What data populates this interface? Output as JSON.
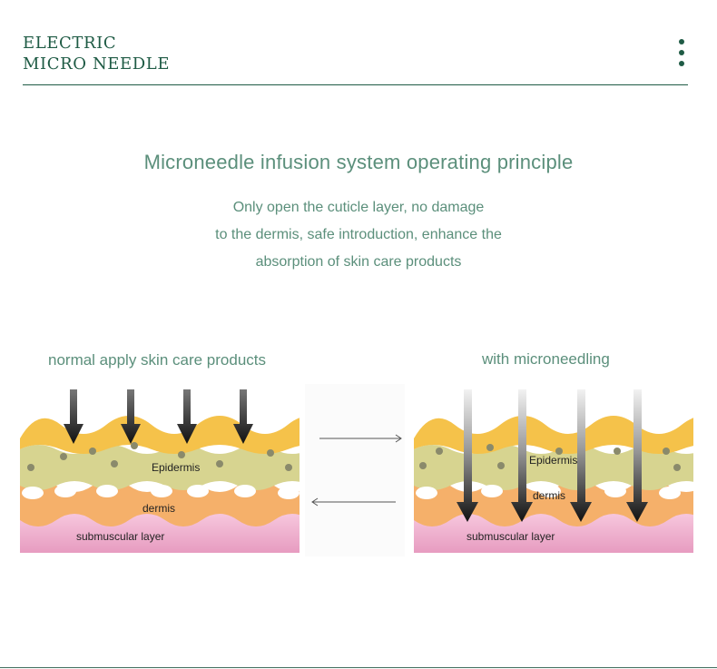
{
  "header": {
    "brand_line1": "ELECTRIC",
    "brand_line2": "MICRO NEEDLE",
    "menu_icon": "vertical-dots-icon"
  },
  "intro": {
    "title": "Microneedle infusion system operating principle",
    "lines": [
      "Only open the cuticle layer, no damage",
      "to the dermis, safe introduction, enhance the",
      "absorption of skin care products"
    ]
  },
  "diagram": {
    "left": {
      "caption": "normal apply skin care products",
      "labels": {
        "epidermis": "Epidermis",
        "dermis": "dermis",
        "submuscular": "submuscular layer"
      }
    },
    "right": {
      "caption": "with microneedling",
      "labels": {
        "epidermis": "Epidermis",
        "dermis": "dermis",
        "submuscular": "submuscular layer"
      }
    },
    "middle": {
      "icons": [
        "arrow-right-icon",
        "arrow-left-icon"
      ]
    }
  },
  "colors": {
    "brand": "#1f5b45",
    "text": "#5b8f7b",
    "stratum": "#f5c24a",
    "epidermis": "#d7d490",
    "dermis": "#f5b06a",
    "submuscular": "#f0b2cd"
  }
}
